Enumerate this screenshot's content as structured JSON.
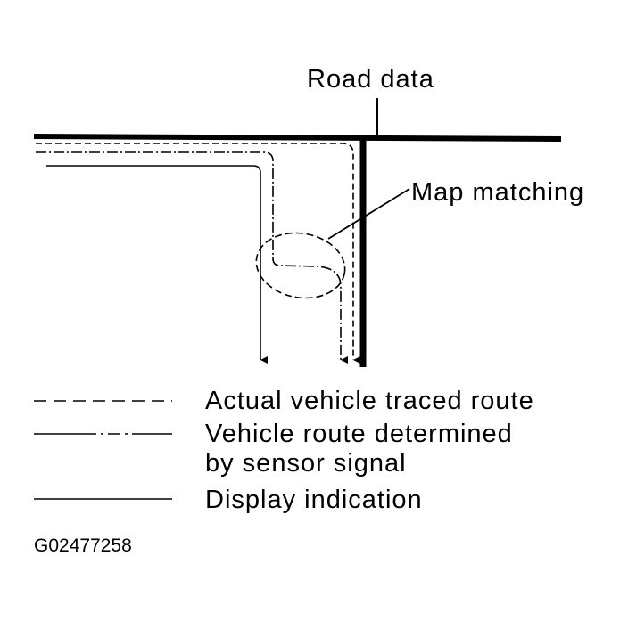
{
  "labels": {
    "road_data": "Road data",
    "map_matching": "Map matching"
  },
  "legend": [
    {
      "style": "dashed",
      "text": [
        "Actual vehicle traced route"
      ]
    },
    {
      "style": "dash-dot",
      "text": [
        "Vehicle route determined",
        "by sensor signal"
      ]
    },
    {
      "style": "solid",
      "text": [
        "Display indication"
      ]
    }
  ],
  "figure_code": "G02477258",
  "colors": {
    "ink": "#000000",
    "paper": "#ffffff"
  }
}
